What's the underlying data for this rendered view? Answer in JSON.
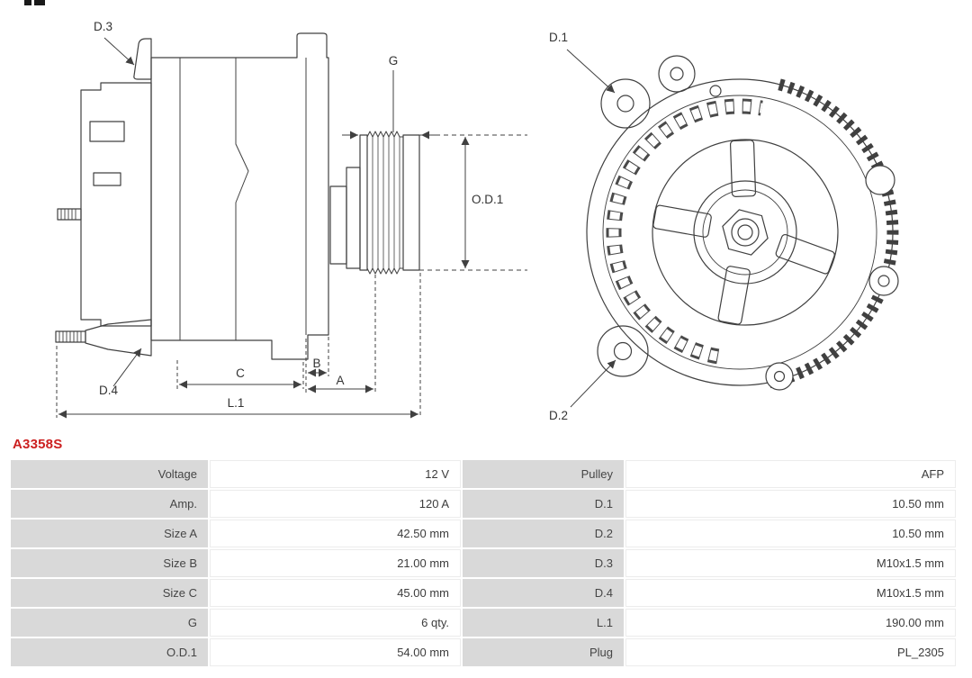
{
  "part_number": "A3358S",
  "drawing": {
    "side_view": {
      "d3": "D.3",
      "g": "G",
      "od1": "O.D.1",
      "d4": "D.4",
      "c": "C",
      "b": "B",
      "a": "A",
      "l1": "L.1"
    },
    "rear_view": {
      "d1": "D.1",
      "d2": "D.2"
    }
  },
  "spec_table": {
    "rows": [
      [
        "Voltage",
        "12 V",
        "Pulley",
        "AFP"
      ],
      [
        "Amp.",
        "120 A",
        "D.1",
        "10.50 mm"
      ],
      [
        "Size A",
        "42.50 mm",
        "D.2",
        "10.50 mm"
      ],
      [
        "Size B",
        "21.00 mm",
        "D.3",
        "M10x1.5 mm"
      ],
      [
        "Size C",
        "45.00 mm",
        "D.4",
        "M10x1.5 mm"
      ],
      [
        "G",
        "6 qty.",
        "L.1",
        "190.00 mm"
      ],
      [
        "O.D.1",
        "54.00 mm",
        "Plug",
        "PL_2305"
      ]
    ]
  },
  "colors": {
    "accent_red": "#cc2020",
    "label_cell_bg": "#d9d9d9",
    "value_cell_bg": "#ffffff",
    "line_color": "#404040"
  }
}
